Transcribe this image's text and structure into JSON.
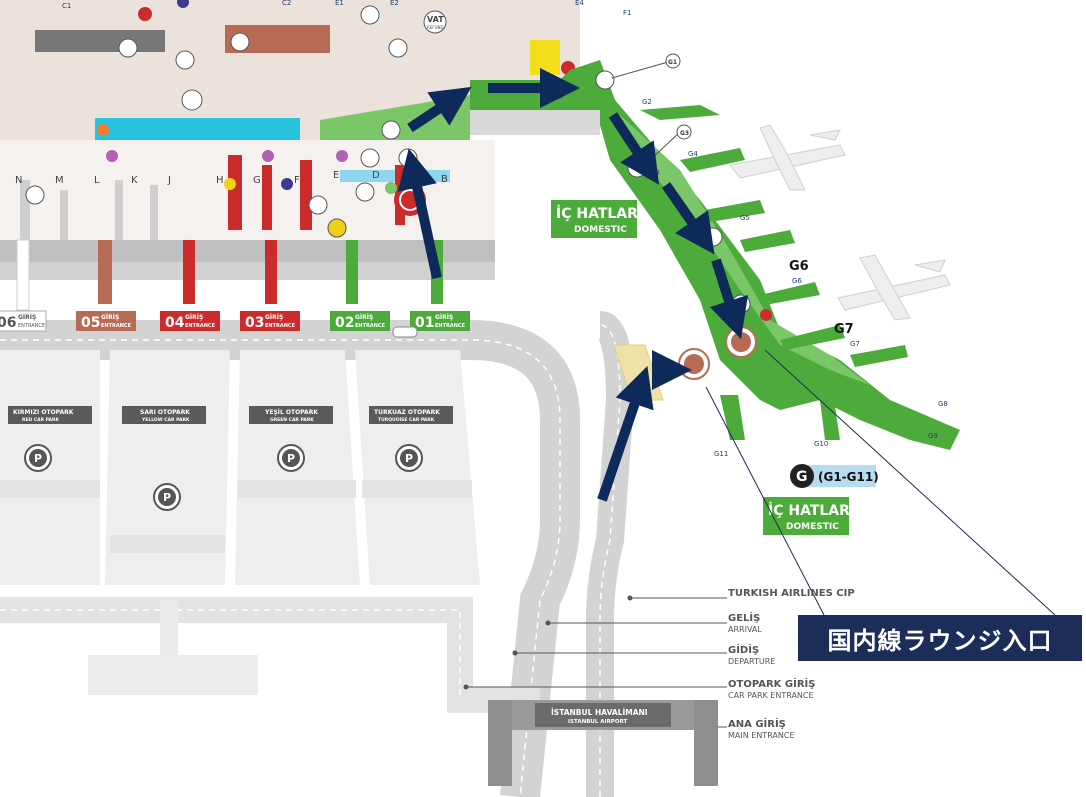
{
  "map": {
    "top_strip": {
      "gate_codes": [
        "C1",
        "C2",
        "E1",
        "E2",
        "E4",
        "F1"
      ],
      "vat_label": "VAT",
      "vat_sub": "REFUND"
    },
    "terminal": {
      "rows": [
        "N",
        "M",
        "L",
        "K",
        "J",
        "H",
        "G",
        "F",
        "E",
        "D",
        "B"
      ],
      "entrances": [
        {
          "number": "06",
          "word": "GİRİŞ",
          "sub": "ENTRANCE",
          "color": "#ffffff"
        },
        {
          "number": "05",
          "word": "GİRİŞ",
          "sub": "ENTRANCE",
          "color": "#b76b55"
        },
        {
          "number": "04",
          "word": "GİRİŞ",
          "sub": "ENTRANCE",
          "color": "#cc2b2b"
        },
        {
          "number": "03",
          "word": "GİRİŞ",
          "sub": "ENTRANCE",
          "color": "#cc2b2b"
        },
        {
          "number": "02",
          "word": "GİRİŞ",
          "sub": "ENTRANCE",
          "color": "#4cab3a"
        },
        {
          "number": "01",
          "word": "GİRİŞ",
          "sub": "ENTRANCE",
          "color": "#4cab3a"
        }
      ]
    },
    "car_parks": [
      {
        "name": "KIRMIZI OTOPARK",
        "sub": "RED CAR PARK"
      },
      {
        "name": "SARI OTOPARK",
        "sub": "YELLOW CAR PARK"
      },
      {
        "name": "YEŞİL OTOPARK",
        "sub": "GREEN CAR PARK"
      },
      {
        "name": "TURKUAZ OTOPARK",
        "sub": "TURQUOISE CAR PARK"
      }
    ],
    "parking_symbol": "P",
    "domestic_pier_sign": {
      "title": "İÇ HATLAR",
      "sub": "DOMESTIC"
    },
    "domestic_main_sign": {
      "title": "İÇ HATLAR",
      "sub": "DOMESTIC"
    },
    "gate_range_icon": "G",
    "gate_range": "(G1-G11)",
    "gate_codes": [
      "G1",
      "G2",
      "G3",
      "G4",
      "G5",
      "G6",
      "G7",
      "G8",
      "G9",
      "G10",
      "G11"
    ],
    "gate_labels": {
      "g6": "G6",
      "g7": "G7"
    },
    "leader_labels": [
      {
        "title": "TURKISH AIRLINES CIP",
        "sub": ""
      },
      {
        "title": "GELİŞ",
        "sub": "ARRIVAL"
      },
      {
        "title": "GİDİŞ",
        "sub": "DEPARTURE"
      },
      {
        "title": "OTOPARK GİRİŞ",
        "sub": "CAR PARK ENTRANCE"
      },
      {
        "title": "ANA GİRİŞ",
        "sub": "MAIN ENTRANCE"
      }
    ],
    "airport_sign": {
      "title": "İSTANBUL HAVALİMANI",
      "sub": "ISTANBUL AIRPORT"
    },
    "callout": "国内線ラウンジ入口",
    "colors": {
      "green": "#4cab3a",
      "green_light": "#7cc66a",
      "navy": "#0e2a5a",
      "red": "#cc2b2b",
      "brown": "#b76b55",
      "cyan": "#29c3e0",
      "terminal_floor": "#e8dcd5",
      "road": "#d9d9d9",
      "parking": "#eeeeee"
    }
  }
}
